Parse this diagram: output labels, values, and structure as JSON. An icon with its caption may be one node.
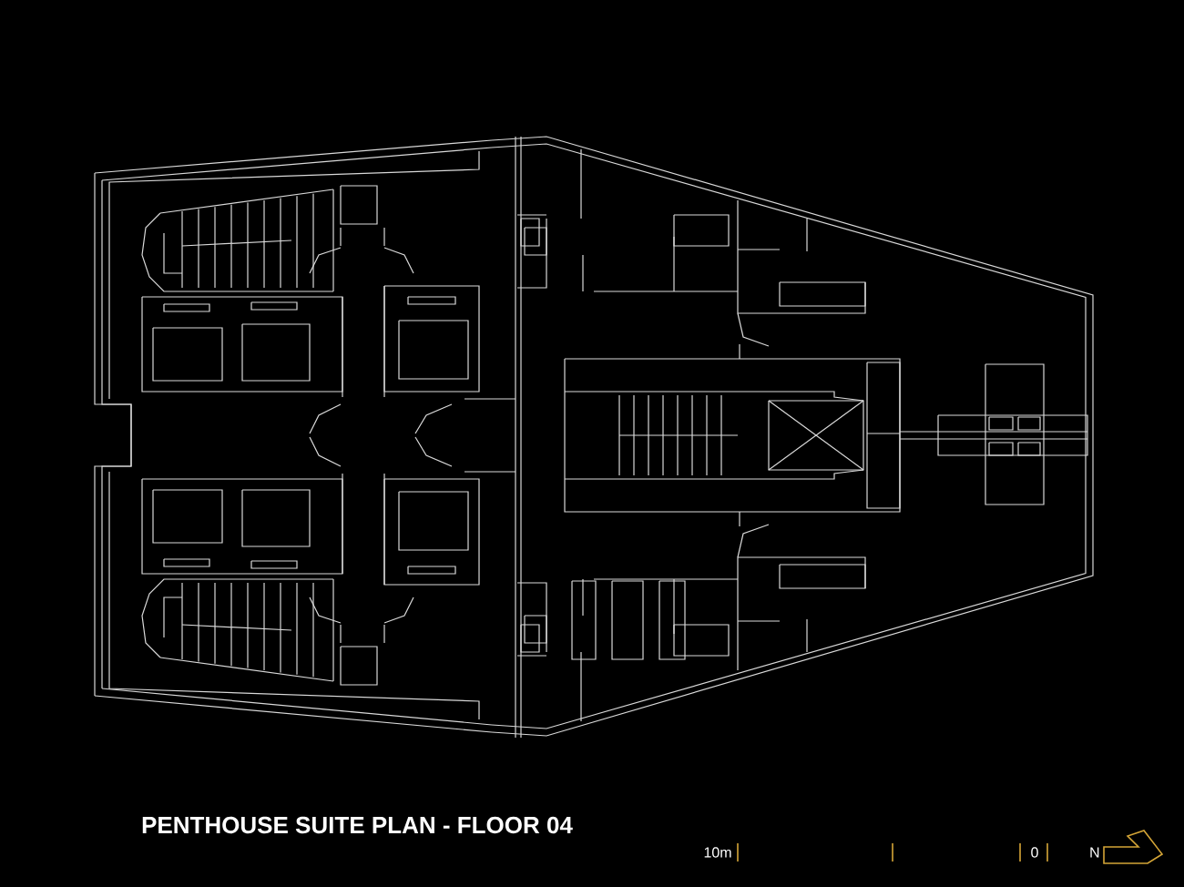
{
  "diagram": {
    "title": "PENTHOUSE SUITE PLAN - FLOOR 04",
    "labels": [
      "10m",
      "0",
      "N"
    ]
  }
}
